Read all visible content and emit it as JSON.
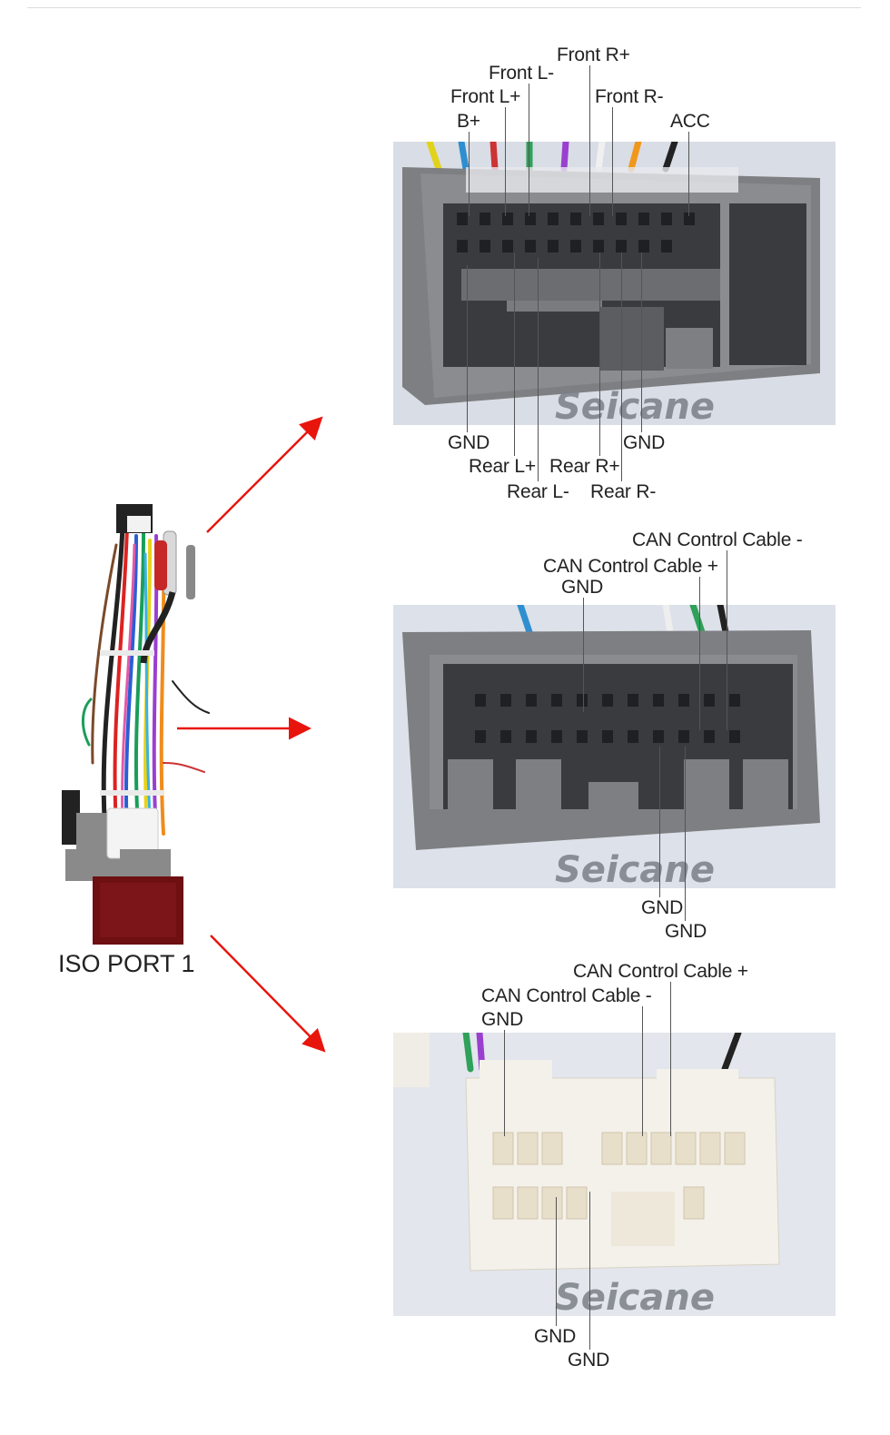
{
  "harness": {
    "port_label": "ISO PORT 1"
  },
  "brand": "Seicane",
  "connectors": [
    {
      "top_labels": [
        "Front R+",
        "Front L-",
        "Front L+",
        "Front R-",
        "B+",
        "ACC"
      ],
      "bottom_labels": [
        "GND",
        "GND",
        "Rear L+",
        "Rear R+",
        "Rear L-",
        "Rear R-"
      ]
    },
    {
      "top_labels": [
        "CAN Control Cable -",
        "CAN Control Cable +",
        "GND"
      ],
      "bottom_labels": [
        "GND",
        "GND"
      ]
    },
    {
      "top_labels": [
        "CAN Control Cable +",
        "CAN Control Cable -",
        "GND"
      ],
      "bottom_labels": [
        "GND",
        "GND"
      ]
    }
  ],
  "colors": {
    "arrow": "#e8150d",
    "gray_housing": "#7b7b7d",
    "white_housing": "#f3efe4",
    "photo_bg": "#d8dde6",
    "label_text": "#222222"
  }
}
